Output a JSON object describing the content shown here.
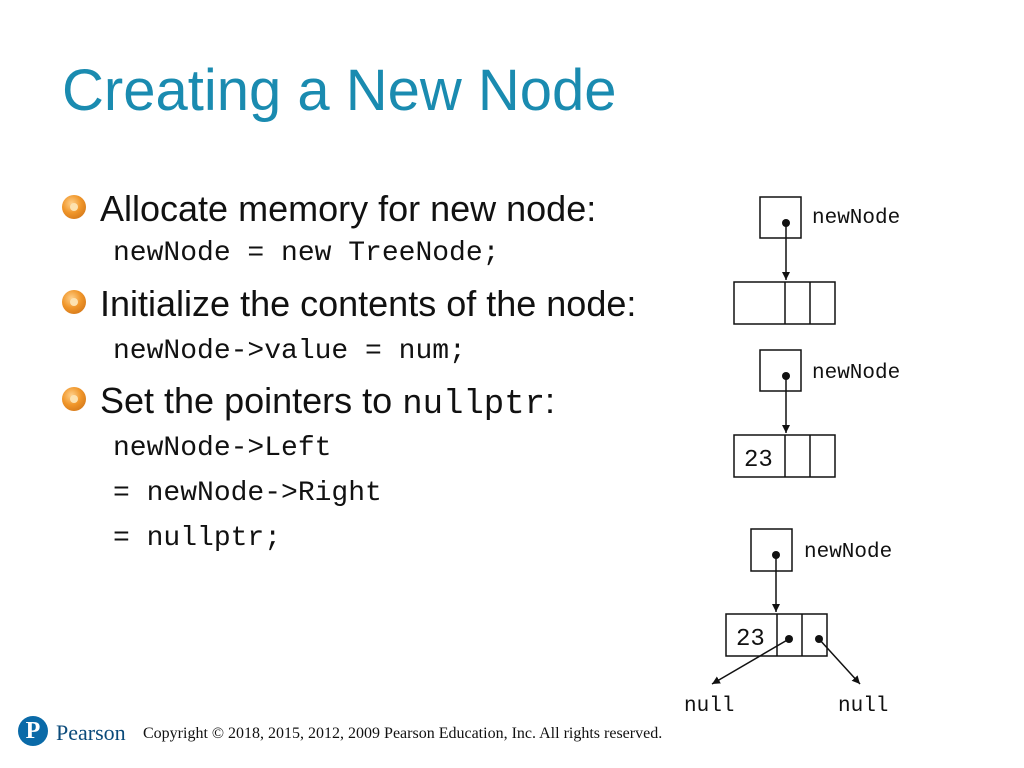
{
  "slide": {
    "title": "Creating a New Node",
    "bullets": [
      {
        "text": "Allocate memory for new node:",
        "code": [
          "newNode = new TreeNode;"
        ]
      },
      {
        "text": "Initialize the contents of the node:",
        "code": [
          "newNode->value = num;"
        ]
      },
      {
        "text_before": "Set the pointers to ",
        "text_code": "nullptr",
        "text_after": ":",
        "code": [
          "newNode->Left",
          "= newNode->Right",
          "= nullptr;"
        ]
      }
    ]
  },
  "diagram": {
    "pointer_label": "newNode",
    "value": "23",
    "null_label": "null"
  },
  "footer": {
    "logo_letter": "P",
    "logo_word": "Pearson",
    "copyright": "Copyright © 2018, 2015, 2012, 2009 Pearson Education, Inc. All rights reserved."
  },
  "colors": {
    "title": "#1a8bb0",
    "bullet": "#f0962a",
    "brand": "#0a6aa8"
  }
}
